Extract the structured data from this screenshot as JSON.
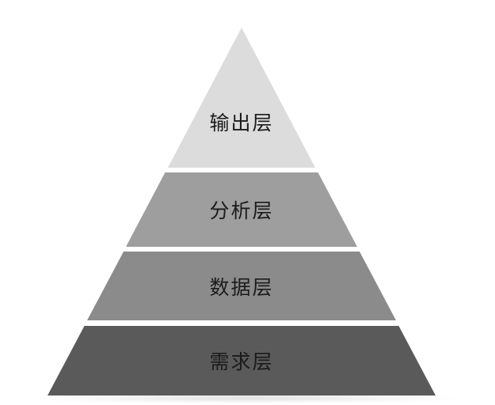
{
  "diagram": {
    "type": "pyramid",
    "background": "#ffffff",
    "text_color": "#1b1b1b",
    "layers": [
      {
        "label": "输出层",
        "color": "#dcdcdc"
      },
      {
        "label": "分析层",
        "color": "#9e9e9e"
      },
      {
        "label": "数据层",
        "color": "#8b8b8b"
      },
      {
        "label": "需求层",
        "color": "#5a5a5a"
      }
    ]
  }
}
